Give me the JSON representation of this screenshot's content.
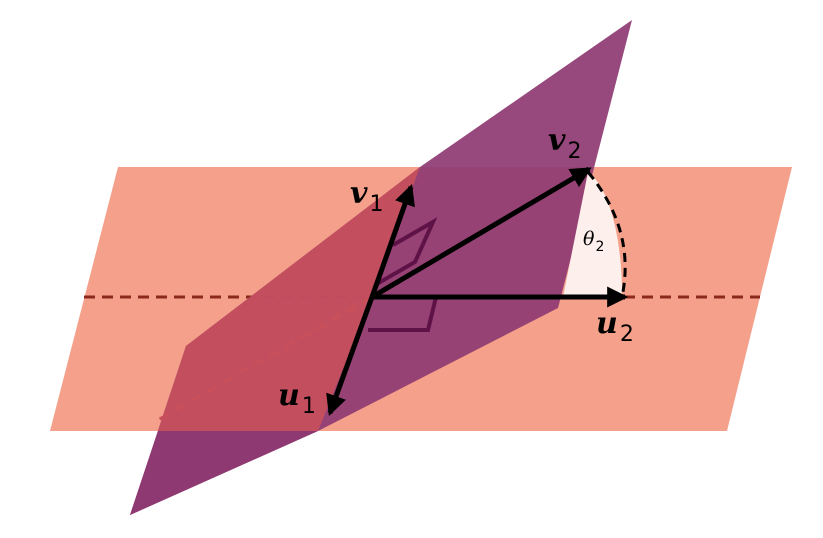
{
  "labels": {
    "v1": {
      "main": "v",
      "sub": "1"
    },
    "v2": {
      "main": "v",
      "sub": "2"
    },
    "u1": {
      "main": "u",
      "sub": "1"
    },
    "u2": {
      "main": "u",
      "sub": "2"
    },
    "theta2": {
      "main": "θ",
      "sub": "2"
    }
  },
  "colors": {
    "horizontal_plane": "#f4a08a",
    "tilted_plane": "#8e3a72",
    "overlap_left": "#c9505a",
    "dashed_line": "#8b2a1c",
    "right_angle_marker": "#5e1248",
    "angle_wedge": "#fdf0ec",
    "vectors": "#000000"
  }
}
